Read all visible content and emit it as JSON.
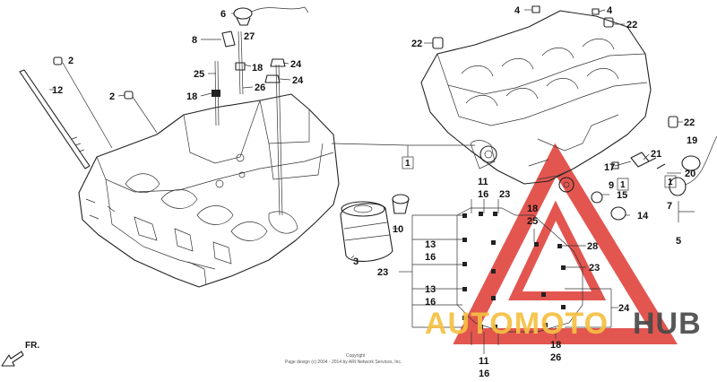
{
  "diagram": {
    "callouts": {
      "c6": "6",
      "c27": "27",
      "c8": "8",
      "c18a": "18",
      "c25a": "25",
      "c18b": "18",
      "c24a": "24",
      "c24b": "24",
      "c26a": "26",
      "c2a": "2",
      "c2b": "2",
      "c12": "12",
      "c4a": "4",
      "c4b": "4",
      "c22a": "22",
      "c22b": "22",
      "c22c": "22",
      "c19": "19",
      "c21": "21",
      "c17": "17",
      "c20": "20",
      "c9": "9",
      "c15": "15",
      "c14": "14",
      "c7": "7",
      "c5": "5",
      "c10": "10",
      "c3": "3",
      "c11a": "11",
      "c16a": "16",
      "c23a": "23",
      "c18c": "18",
      "c25b": "25",
      "c28": "28",
      "c13a": "13",
      "c16b": "16",
      "c23b": "23",
      "c23c": "23",
      "c13b": "13",
      "c16c": "16",
      "c24c": "24",
      "c11b": "11",
      "c16d": "16",
      "c18d": "18",
      "c26b": "26"
    },
    "boxed_labels": {
      "b1": "1",
      "b1b": "1",
      "b1c": "1"
    },
    "direction_label": "FR.",
    "copyright_line1": "Copyright",
    "copyright_line2": "Page design (c) 2004 - 2014 by ARI Network Services, Inc.",
    "watermark": {
      "part1": "AUTOMOTO",
      "part2": "HUB"
    },
    "colors": {
      "line": "#222222",
      "watermark_red": "#e0443e",
      "watermark_yellow": "#f5c142",
      "watermark_gray": "#4a4a4a"
    }
  }
}
